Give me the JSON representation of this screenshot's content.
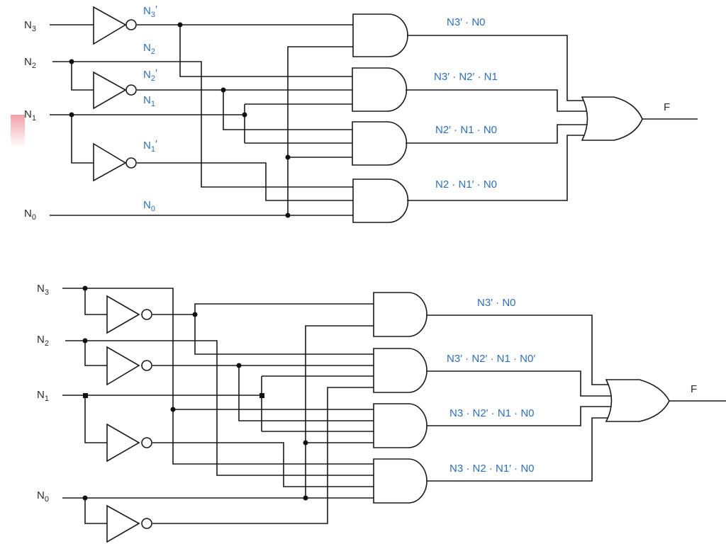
{
  "diagram_title": "",
  "colors": {
    "wire": "#1a1a1a",
    "term_label": "#2e6fb5",
    "input_label": "#2a2a2a",
    "corner_marker": "#f2a0a8"
  },
  "circuit_top": {
    "inputs": [
      {
        "base": "N",
        "sub": "3"
      },
      {
        "base": "N",
        "sub": "2"
      },
      {
        "base": "N",
        "sub": "1"
      },
      {
        "base": "N",
        "sub": "0"
      }
    ],
    "wire_labels": [
      {
        "base": "N",
        "sub": "3",
        "prime": "′"
      },
      {
        "base": "N",
        "sub": "2",
        "prime": ""
      },
      {
        "base": "N",
        "sub": "2",
        "prime": "′"
      },
      {
        "base": "N",
        "sub": "1",
        "prime": ""
      },
      {
        "base": "N",
        "sub": "1",
        "prime": "′"
      },
      {
        "base": "N",
        "sub": "0",
        "prime": ""
      }
    ],
    "terms": [
      "N3′ · N0",
      "N3′ · N2′ · N1",
      "N2′ · N1 · N0",
      "N2 · N1′ · N0"
    ],
    "output": "F"
  },
  "circuit_bottom": {
    "inputs": [
      {
        "base": "N",
        "sub": "3"
      },
      {
        "base": "N",
        "sub": "2"
      },
      {
        "base": "N",
        "sub": "1"
      },
      {
        "base": "N",
        "sub": "0"
      }
    ],
    "terms": [
      "N3′ · N0",
      "N3′ · N2′ · N1 · N0′",
      "N3 · N2′ · N1 · N0",
      "N3 · N2 · N1′ · N0"
    ],
    "output": "F"
  }
}
